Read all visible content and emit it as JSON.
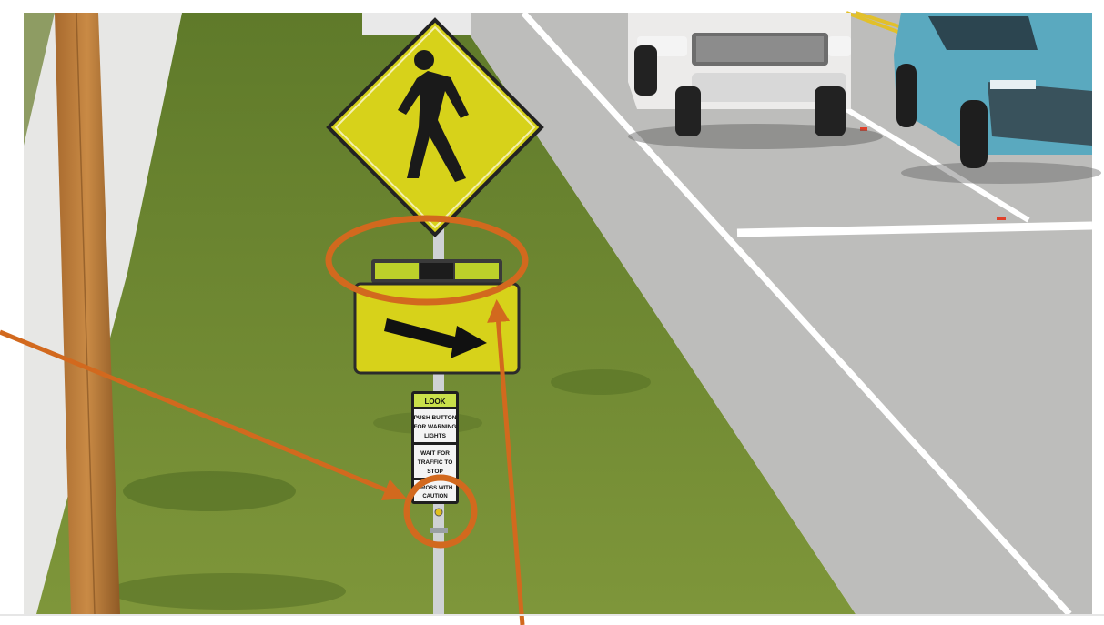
{
  "sign_panel": {
    "look": "LOOK",
    "push_line1": "PUSH BUTTON",
    "push_line2": "FOR WARNING",
    "push_line3": "LIGHTS",
    "wait_line1": "WAIT FOR",
    "wait_line2": "TRAFFIC TO",
    "wait_line3": "STOP",
    "cross_line1": "CROSS WITH",
    "cross_line2": "CAUTION"
  },
  "colors": {
    "annotation": "#d2691e",
    "warning_yellow": "#d7d21a",
    "grass": "#6f8a32",
    "road": "#bdbdbb"
  },
  "vehicles": [
    "white-pickup-truck",
    "teal-suv"
  ],
  "annotations": [
    "circle-rrfb-lights",
    "circle-push-button",
    "arrow-to-push-button",
    "arrow-to-rrfb-lights"
  ]
}
